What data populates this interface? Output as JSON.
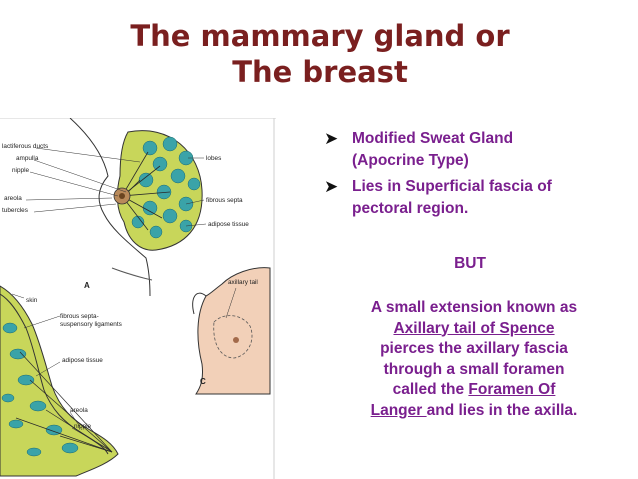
{
  "title": {
    "line1": "The mammary gland or",
    "line2": "The breast"
  },
  "figure": {
    "labels": {
      "lactiferous": "lactiferous ducts",
      "ampulla": "ampulla",
      "nipple_top": "nipple",
      "areola_top": "areola",
      "tubercles": "tubercles",
      "lobes": "lobes",
      "fibrous_septa": "fibrous septa",
      "adipose_top": "adipose tissue",
      "panel_a": "A",
      "axillary_tail": "axillary tail",
      "panel_c": "C",
      "skin": "skin",
      "fibrous_susp_1": "fibrous septa-",
      "fibrous_susp_2": "suspensory ligaments",
      "adipose_bottom": "adipose tissue",
      "areola_bottom": "areola",
      "nipple_bottom": "nipple"
    }
  },
  "bullets": [
    {
      "line1": "Modified Sweat Gland",
      "line2": "(Apocrine Type)"
    },
    {
      "line1": "Lies in Superficial fascia of",
      "line2": "pectoral region."
    }
  ],
  "but": "BUT",
  "paragraph": {
    "l1": "A small extension known as",
    "l2": "Axillary tail of Spence",
    "l3": "pierces the axillary fascia",
    "l4": "through a small foramen",
    "l5a": "called the ",
    "l5b": "Foramen Of",
    "l6a": "Langer ",
    "l6b": "and lies in the axilla."
  },
  "colors": {
    "title": "#7a1f1f",
    "body_text": "#7a1f8e",
    "breast_fill": "#c8d65a",
    "lobule_fill": "#3aa3a8",
    "skin_fill": "#f2d0b8"
  }
}
